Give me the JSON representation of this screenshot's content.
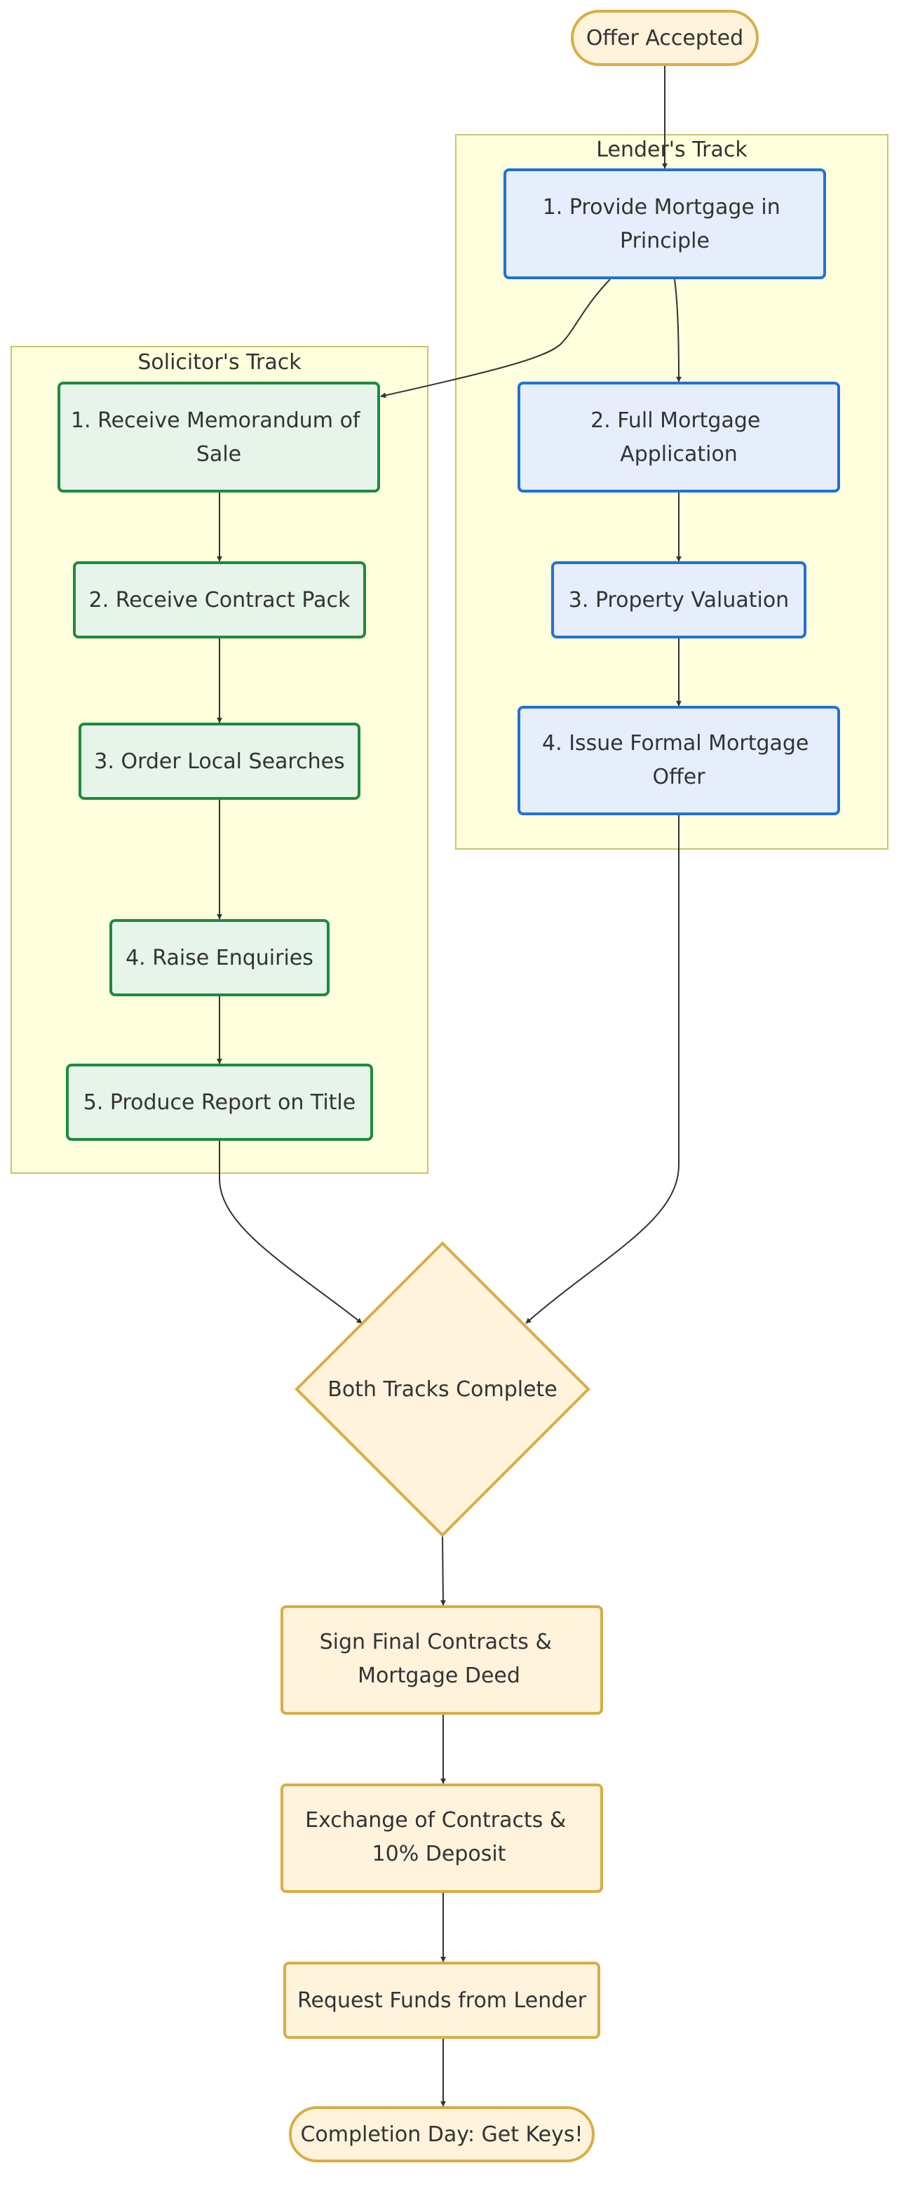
{
  "colors": {
    "cluster_fill": "#ffffde",
    "cluster_stroke": "#c8c46e",
    "solicitor_fill": "#e6f4ea",
    "solicitor_stroke": "#1e8a3e",
    "lender_fill": "#e6eefc",
    "lender_stroke": "#2370d6",
    "key_fill": "#fff3dc",
    "key_stroke": "#d9ad45",
    "edge": "#333333"
  },
  "clusters": {
    "lender": {
      "title": "Lender's Track"
    },
    "solicitor": {
      "title": "Solicitor's Track"
    }
  },
  "nodes": {
    "offer_accepted": {
      "lines": [
        "Offer Accepted"
      ]
    },
    "lender_1": {
      "lines": [
        "1. Provide Mortgage in",
        "Principle"
      ]
    },
    "lender_2": {
      "lines": [
        "2. Full Mortgage",
        "Application"
      ]
    },
    "lender_3": {
      "lines": [
        "3. Property Valuation"
      ]
    },
    "lender_4": {
      "lines": [
        "4. Issue Formal Mortgage",
        "Offer"
      ]
    },
    "sol_1": {
      "lines": [
        "1. Receive Memorandum of",
        "Sale"
      ]
    },
    "sol_2": {
      "lines": [
        "2. Receive Contract Pack"
      ]
    },
    "sol_3": {
      "lines": [
        "3. Order Local Searches"
      ]
    },
    "sol_4": {
      "lines": [
        "4. Raise Enquiries"
      ]
    },
    "sol_5": {
      "lines": [
        "5. Produce Report on Title"
      ]
    },
    "both_complete": {
      "lines": [
        "Both Tracks Complete"
      ]
    },
    "sign_contracts": {
      "lines": [
        "Sign Final Contracts &",
        "Mortgage Deed"
      ]
    },
    "exchange": {
      "lines": [
        "Exchange of Contracts &",
        "10% Deposit"
      ]
    },
    "request_funds": {
      "lines": [
        "Request Funds from Lender"
      ]
    },
    "completion": {
      "lines": [
        "Completion Day: Get Keys!"
      ]
    }
  }
}
